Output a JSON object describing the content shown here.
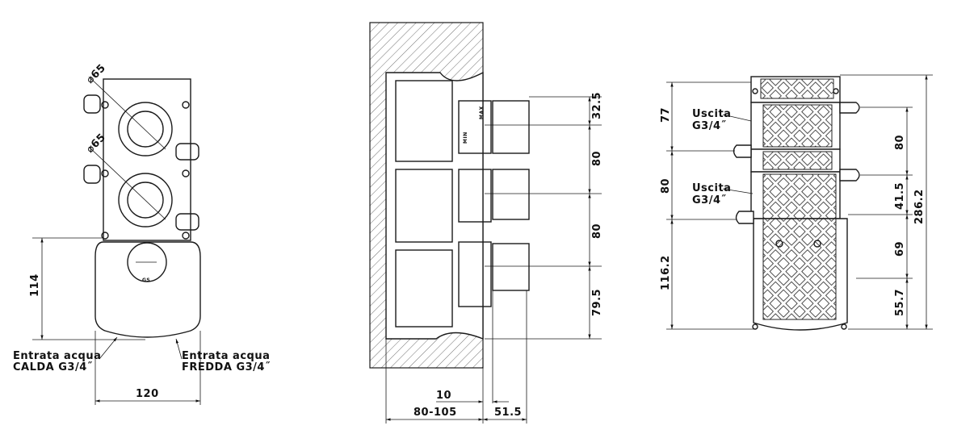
{
  "front_view": {
    "diameter_top": "⌀65",
    "diameter_bottom": "⌀65",
    "height_dim": "114",
    "width_dim": "120",
    "hot_inlet_line1": "Entrata acqua",
    "hot_inlet_line2": "CALDA  G3/4˝",
    "cold_inlet_line1": "Entrata acqua",
    "cold_inlet_line2": "FREDDA  G3/4˝"
  },
  "side_view": {
    "min_label": "MIN",
    "max_label": "MAX",
    "dims_right": [
      "32.5",
      "80",
      "80",
      "79.5"
    ],
    "dim_bottom_inner": "10",
    "dim_wall_depth": "80-105",
    "dim_projection": "51.5"
  },
  "rear_view": {
    "outlet_top_line1": "Uscita",
    "outlet_top_line2": "G3/4˝",
    "outlet_bottom_line1": "Uscita",
    "outlet_bottom_line2": "G3/4˝",
    "dims_left": [
      "77",
      "80",
      "116.2"
    ],
    "dims_right": [
      "80",
      "41.5",
      "69",
      "55.7"
    ],
    "dim_total": "286.2"
  }
}
